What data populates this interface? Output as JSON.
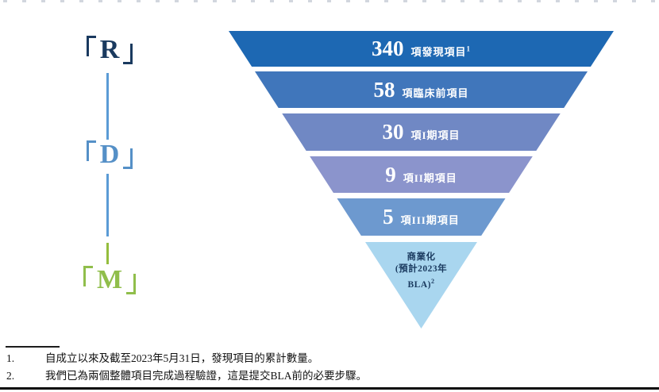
{
  "colors": {
    "band_discovery": "#1D68B3",
    "band_preclinical": "#4076BB",
    "band_phase1": "#7088C4",
    "band_phase2": "#8B94CC",
    "band_phase3": "#6D99CF",
    "band_commercial": "#A9D6EF",
    "funnel_text": "#FFFFFF",
    "commercial_text": "#1A3A5F",
    "rdm_r": "#1A3A5F",
    "rdm_d": "#5590C7",
    "rdm_m": "#90BE4B",
    "line_blue": "#5B9BD5",
    "line_green": "#94BD3D"
  },
  "pipeline": {
    "rdm_axis": {
      "r": {
        "open": "「",
        "letter": "R",
        "close": "」"
      },
      "d": {
        "open": "「",
        "letter": "D",
        "close": "」"
      },
      "m": {
        "open": "「",
        "letter": "M",
        "close": "」"
      }
    },
    "funnel": {
      "type": "funnel",
      "stages": [
        {
          "value": "340",
          "unit_label": "項發現項目",
          "footnote_ref": "1"
        },
        {
          "value": "58",
          "unit_label": "項臨床前項目"
        },
        {
          "value": "30",
          "unit_label": "項I期項目"
        },
        {
          "value": "9",
          "unit_label": "項II期項目"
        },
        {
          "value": "5",
          "unit_label": "項III期項目"
        },
        {
          "line1": "商業化",
          "line2": "(預計2023年",
          "line3": "BLA)",
          "footnote_ref": "2"
        }
      ]
    }
  },
  "footnotes": [
    {
      "num": "1.",
      "text": "自成立以來及截至2023年5月31日，發現項目的累計數量。"
    },
    {
      "num": "2.",
      "text": "我們已為兩個整體項目完成過程驗證，這是提交BLA前的必要步驟。"
    }
  ]
}
